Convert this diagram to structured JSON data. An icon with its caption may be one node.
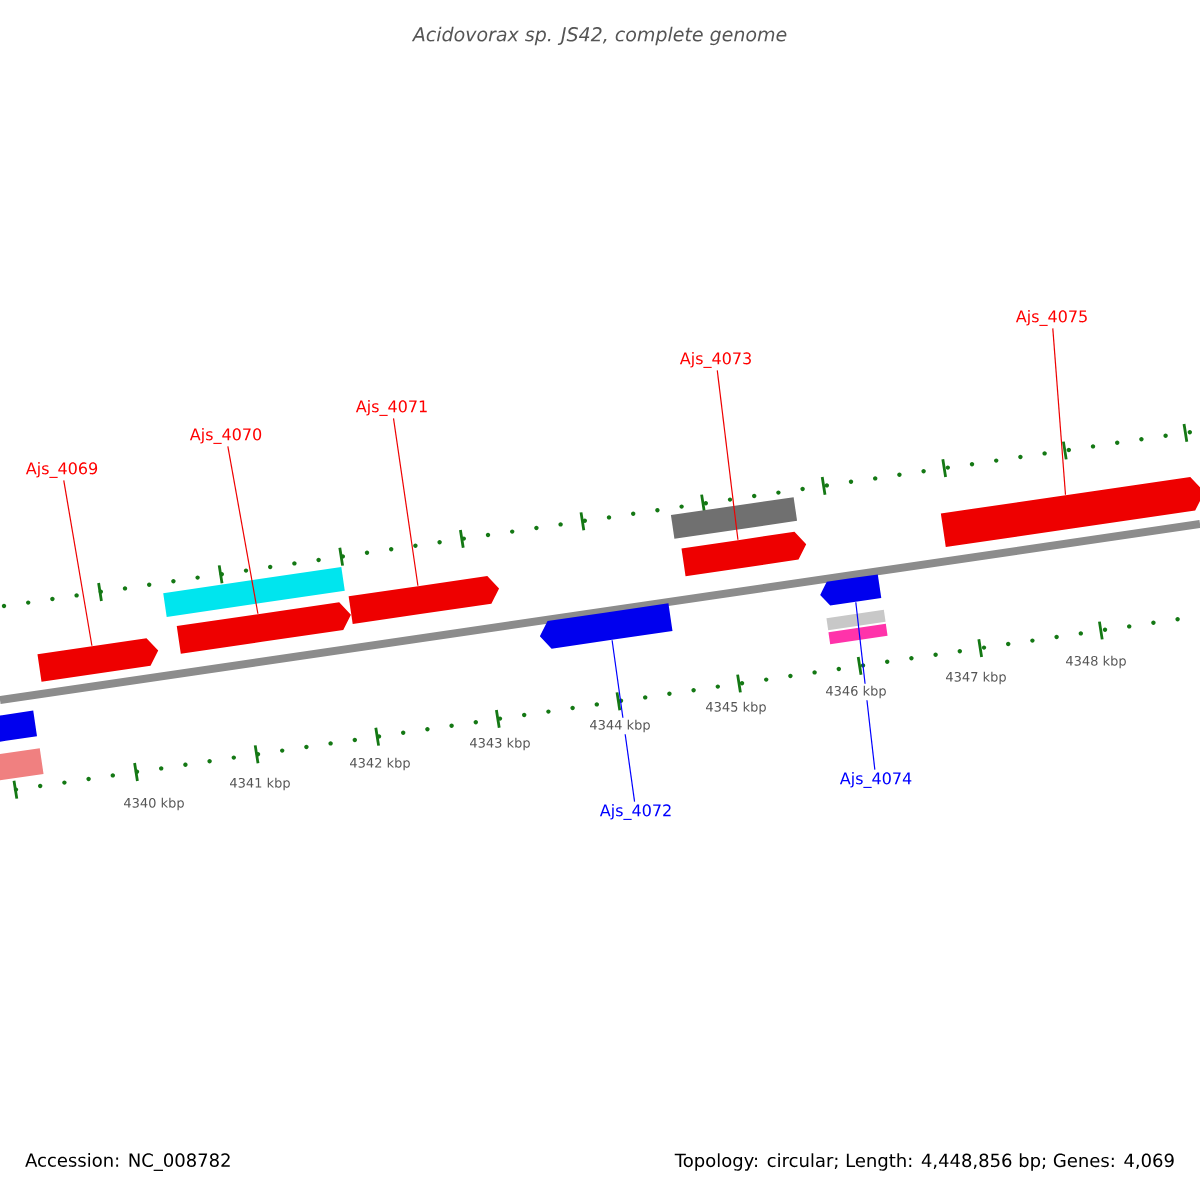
{
  "diagram": {
    "title": "Acidovorax sp. JS42, complete genome",
    "nodes": [
      {
        "text": [],
        "shape": "arrow"
      },
      {
        "text": [],
        "shape": "box"
      },
      {
        "text": [],
        "shape": "arrow"
      },
      {
        "text": [],
        "shape": "box"
      },
      {
        "text": [],
        "shape": "arrow"
      },
      {
        "text": [],
        "shape": "arrow"
      },
      {
        "text": [],
        "shape": "arrow"
      },
      {
        "text": [],
        "shape": "box"
      },
      {
        "text": [],
        "shape": "arrow"
      },
      {
        "text": [],
        "shape": "arrow"
      },
      {
        "text": [],
        "shape": "box"
      },
      {
        "text": [],
        "shape": "box"
      },
      {
        "text": [],
        "shape": "arrow"
      },
      {
        "text": [
          "Ajs_4069"
        ]
      },
      {
        "text": [
          "Ajs_4070"
        ]
      },
      {
        "text": [
          "Ajs_4071"
        ]
      },
      {
        "text": [
          "Ajs_4072"
        ]
      },
      {
        "text": [
          "Ajs_4073"
        ]
      },
      {
        "text": [
          "Ajs_4074"
        ]
      },
      {
        "text": [
          "Ajs_4075"
        ]
      }
    ],
    "edges": [
      {
        "from": 13,
        "to": 2,
        "arrow": "none"
      },
      {
        "from": 14,
        "to": 4,
        "arrow": "none"
      },
      {
        "from": 15,
        "to": 5,
        "arrow": "none"
      },
      {
        "from": 16,
        "to": 6,
        "arrow": "none",
        "color": "#0000ff"
      },
      {
        "from": 17,
        "to": 8,
        "arrow": "none"
      },
      {
        "from": 18,
        "to": 9,
        "arrow": "none",
        "color": "#0000ff"
      },
      {
        "from": 19,
        "to": 12,
        "arrow": "none"
      }
    ],
    "labels": [
      "4340 kbp",
      "4341 kbp",
      "4342 kbp",
      "4343 kbp",
      "4344 kbp",
      "4345 kbp",
      "4346 kbp",
      "4347 kbp",
      "4348 kbp",
      "Accession: NC_008782",
      "Topology: circular; Length: 4,448,856 bp; Genes: 4,069"
    ]
  }
}
